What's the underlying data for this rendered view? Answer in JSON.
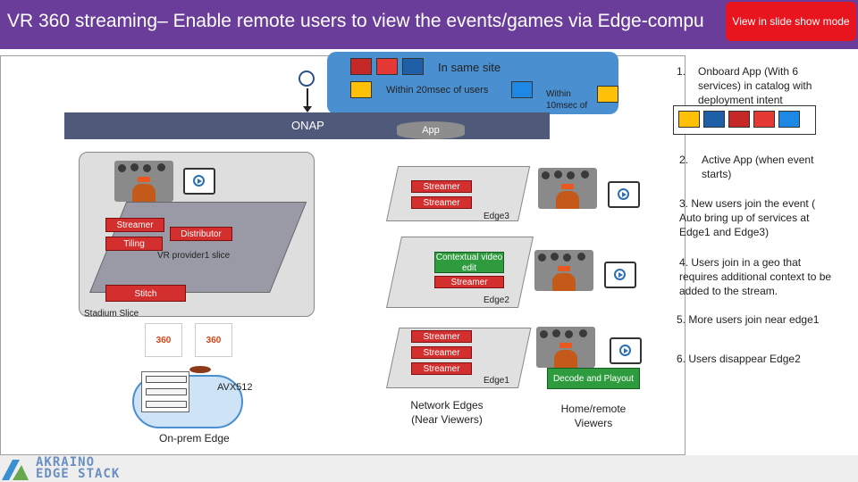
{
  "header": {
    "title": "VR 360 streaming– Enable remote users to view the events/games via Edge-compu",
    "slideshow_button": "View in slide show mode"
  },
  "colors": {
    "title_bar": "#6a3d9a",
    "same_site_box": "#4a8fd0",
    "onap_bar": "#4f5a7a",
    "pill_red": "#d32f2f",
    "pill_green": "#2e9c3e",
    "slideshow_button": "#e8141e"
  },
  "top_box": {
    "same_site": "In same site",
    "within20": "Within 20msec of users",
    "within10": "Within 10msec of"
  },
  "onap": {
    "label": "ONAP",
    "app": "App"
  },
  "stadium": {
    "streamer": "Streamer",
    "distributor": "Distributor",
    "tiling": "Tiling",
    "vr_provider": "VR provider1 slice",
    "stitch": "Stitch",
    "stadium_slice": "Stadium Slice",
    "badge": "360",
    "avx": "AVX512",
    "onprem": "On-prem Edge"
  },
  "edge3": {
    "streamer_1": "Streamer",
    "streamer_2": "Streamer",
    "label": "Edge3"
  },
  "edge2": {
    "contextual": "Contextual video edit",
    "streamer": "Streamer",
    "label": "Edge2"
  },
  "edge1": {
    "streamer_1": "Streamer",
    "streamer_2": "Streamer",
    "streamer_3": "Streamer",
    "label": "Edge1"
  },
  "network_edges": "Network Edges (Near Viewers)",
  "decode_playout": "Decode and Playout",
  "home_remote": "Home/remote Viewers",
  "steps": {
    "s1_num": "1.",
    "s1_text": "Onboard App (With 6 services) in catalog with deployment intent",
    "s2_num": "2.",
    "s2_text": "Active App (when event starts)",
    "s3": "3. New users join the event ( Auto bring up of services at Edge1 and Edge3)",
    "s4": "4. Users join in a geo that requires additional context to be added to the stream.",
    "s5": "5. More users join near edge1",
    "s6": "6.  Users disappear Edge2"
  },
  "logo": {
    "line1": "AKRAINO",
    "line2": "EDGE STACK"
  },
  "icons": [
    "person-group-icon",
    "arrow-down-icon",
    "play-icon",
    "server-icon",
    "cloud-icon",
    "satellite-dish-icon"
  ]
}
